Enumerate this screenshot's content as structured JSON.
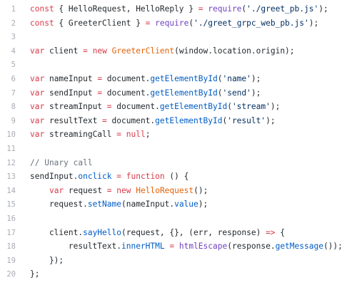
{
  "editor": {
    "lines": [
      {
        "num": "1",
        "tokens": [
          {
            "t": "kw",
            "v": "const"
          },
          {
            "t": "txt",
            "v": " { HelloRequest, HelloReply } "
          },
          {
            "t": "op",
            "v": "="
          },
          {
            "t": "txt",
            "v": " "
          },
          {
            "t": "fn",
            "v": "require"
          },
          {
            "t": "txt",
            "v": "("
          },
          {
            "t": "str",
            "v": "'./greet_pb.js'"
          },
          {
            "t": "txt",
            "v": ");"
          }
        ]
      },
      {
        "num": "2",
        "tokens": [
          {
            "t": "kw",
            "v": "const"
          },
          {
            "t": "txt",
            "v": " { GreeterClient } "
          },
          {
            "t": "op",
            "v": "="
          },
          {
            "t": "txt",
            "v": " "
          },
          {
            "t": "fn",
            "v": "require"
          },
          {
            "t": "txt",
            "v": "("
          },
          {
            "t": "str",
            "v": "'./greet_grpc_web_pb.js'"
          },
          {
            "t": "txt",
            "v": ");"
          }
        ]
      },
      {
        "num": "3",
        "tokens": []
      },
      {
        "num": "4",
        "tokens": [
          {
            "t": "kw",
            "v": "var"
          },
          {
            "t": "txt",
            "v": " client "
          },
          {
            "t": "op",
            "v": "="
          },
          {
            "t": "txt",
            "v": " "
          },
          {
            "t": "kw",
            "v": "new"
          },
          {
            "t": "txt",
            "v": " "
          },
          {
            "t": "cls",
            "v": "GreeterClient"
          },
          {
            "t": "txt",
            "v": "(window.location.origin);"
          }
        ]
      },
      {
        "num": "5",
        "tokens": []
      },
      {
        "num": "6",
        "tokens": [
          {
            "t": "kw",
            "v": "var"
          },
          {
            "t": "txt",
            "v": " nameInput "
          },
          {
            "t": "op",
            "v": "="
          },
          {
            "t": "txt",
            "v": " document."
          },
          {
            "t": "prop",
            "v": "getElementById"
          },
          {
            "t": "txt",
            "v": "("
          },
          {
            "t": "str",
            "v": "'name'"
          },
          {
            "t": "txt",
            "v": ");"
          }
        ]
      },
      {
        "num": "7",
        "tokens": [
          {
            "t": "kw",
            "v": "var"
          },
          {
            "t": "txt",
            "v": " sendInput "
          },
          {
            "t": "op",
            "v": "="
          },
          {
            "t": "txt",
            "v": " document."
          },
          {
            "t": "prop",
            "v": "getElementById"
          },
          {
            "t": "txt",
            "v": "("
          },
          {
            "t": "str",
            "v": "'send'"
          },
          {
            "t": "txt",
            "v": ");"
          }
        ]
      },
      {
        "num": "8",
        "tokens": [
          {
            "t": "kw",
            "v": "var"
          },
          {
            "t": "txt",
            "v": " streamInput "
          },
          {
            "t": "op",
            "v": "="
          },
          {
            "t": "txt",
            "v": " document."
          },
          {
            "t": "prop",
            "v": "getElementById"
          },
          {
            "t": "txt",
            "v": "("
          },
          {
            "t": "str",
            "v": "'stream'"
          },
          {
            "t": "txt",
            "v": ");"
          }
        ]
      },
      {
        "num": "9",
        "tokens": [
          {
            "t": "kw",
            "v": "var"
          },
          {
            "t": "txt",
            "v": " resultText "
          },
          {
            "t": "op",
            "v": "="
          },
          {
            "t": "txt",
            "v": " document."
          },
          {
            "t": "prop",
            "v": "getElementById"
          },
          {
            "t": "txt",
            "v": "("
          },
          {
            "t": "str",
            "v": "'result'"
          },
          {
            "t": "txt",
            "v": ");"
          }
        ]
      },
      {
        "num": "10",
        "tokens": [
          {
            "t": "kw",
            "v": "var"
          },
          {
            "t": "txt",
            "v": " streamingCall "
          },
          {
            "t": "op",
            "v": "="
          },
          {
            "t": "txt",
            "v": " "
          },
          {
            "t": "kw",
            "v": "null"
          },
          {
            "t": "txt",
            "v": ";"
          }
        ]
      },
      {
        "num": "11",
        "tokens": []
      },
      {
        "num": "12",
        "tokens": [
          {
            "t": "cmt",
            "v": "// Unary call"
          }
        ]
      },
      {
        "num": "13",
        "tokens": [
          {
            "t": "txt",
            "v": "sendInput."
          },
          {
            "t": "prop",
            "v": "onclick"
          },
          {
            "t": "txt",
            "v": " "
          },
          {
            "t": "op",
            "v": "="
          },
          {
            "t": "txt",
            "v": " "
          },
          {
            "t": "kw",
            "v": "function"
          },
          {
            "t": "txt",
            "v": " () {"
          }
        ]
      },
      {
        "num": "14",
        "tokens": [
          {
            "t": "txt",
            "v": "    "
          },
          {
            "t": "kw",
            "v": "var"
          },
          {
            "t": "txt",
            "v": " request "
          },
          {
            "t": "op",
            "v": "="
          },
          {
            "t": "txt",
            "v": " "
          },
          {
            "t": "kw",
            "v": "new"
          },
          {
            "t": "txt",
            "v": " "
          },
          {
            "t": "cls",
            "v": "HelloRequest"
          },
          {
            "t": "txt",
            "v": "();"
          }
        ]
      },
      {
        "num": "15",
        "tokens": [
          {
            "t": "txt",
            "v": "    request."
          },
          {
            "t": "prop",
            "v": "setName"
          },
          {
            "t": "txt",
            "v": "(nameInput."
          },
          {
            "t": "prop",
            "v": "value"
          },
          {
            "t": "txt",
            "v": ");"
          }
        ]
      },
      {
        "num": "16",
        "tokens": []
      },
      {
        "num": "17",
        "tokens": [
          {
            "t": "txt",
            "v": "    client."
          },
          {
            "t": "prop",
            "v": "sayHello"
          },
          {
            "t": "txt",
            "v": "(request, {}, (err, response) "
          },
          {
            "t": "op",
            "v": "=>"
          },
          {
            "t": "txt",
            "v": " {"
          }
        ]
      },
      {
        "num": "18",
        "tokens": [
          {
            "t": "txt",
            "v": "        resultText."
          },
          {
            "t": "prop",
            "v": "innerHTML"
          },
          {
            "t": "txt",
            "v": " "
          },
          {
            "t": "op",
            "v": "="
          },
          {
            "t": "txt",
            "v": " "
          },
          {
            "t": "fn",
            "v": "htmlEscape"
          },
          {
            "t": "txt",
            "v": "(response."
          },
          {
            "t": "prop",
            "v": "getMessage"
          },
          {
            "t": "txt",
            "v": "());"
          }
        ]
      },
      {
        "num": "19",
        "tokens": [
          {
            "t": "txt",
            "v": "    });"
          }
        ]
      },
      {
        "num": "20",
        "tokens": [
          {
            "t": "txt",
            "v": "};"
          }
        ]
      }
    ]
  }
}
